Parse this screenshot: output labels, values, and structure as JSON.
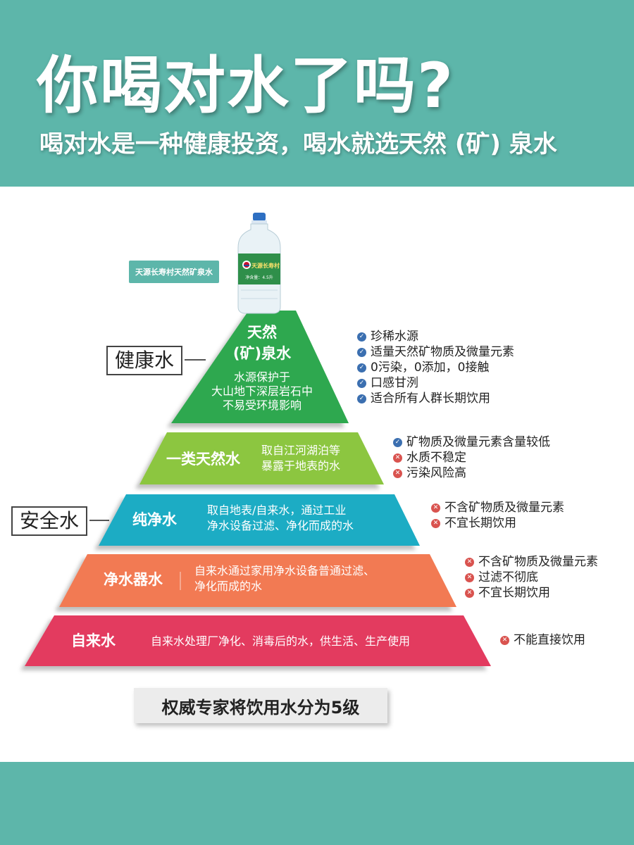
{
  "header": {
    "title": "你喝对水了吗?",
    "subtitle": "喝对水是一种健康投资，喝水就选天然 (矿) 泉水"
  },
  "bottle": {
    "tag": "天源长寿村天然矿泉水",
    "brand_text": "天源长寿村",
    "volume_text": "净含量：4.5升"
  },
  "categories": {
    "healthy": "健康水",
    "safe": "安全水"
  },
  "layers": [
    {
      "title_line1": "天然",
      "title_line2": "(矿)泉水",
      "desc": [
        "水源保护于",
        "大山地下深层岩石中",
        "不易受环境影响"
      ],
      "color": "#2fa84f",
      "features": [
        {
          "icon": "check-icon",
          "text": "珍稀水源"
        },
        {
          "icon": "check-icon",
          "text": "适量天然矿物质及微量元素"
        },
        {
          "icon": "check-icon",
          "text": "0污染，0添加，0接触"
        },
        {
          "icon": "check-icon",
          "text": "口感甘洌"
        },
        {
          "icon": "check-icon",
          "text": "适合所有人群长期饮用"
        }
      ]
    },
    {
      "title": "一类天然水",
      "desc": [
        "取自江河湖泊等",
        "暴露于地表的水"
      ],
      "color": "#8cc63f",
      "features": [
        {
          "icon": "check-icon",
          "text": "矿物质及微量元素含量较低"
        },
        {
          "icon": "cross-icon",
          "text": "水质不稳定"
        },
        {
          "icon": "cross-icon",
          "text": "污染风险高"
        }
      ]
    },
    {
      "title": "纯净水",
      "desc": [
        "取自地表/自来水，通过工业",
        "净水设备过滤、净化而成的水"
      ],
      "color": "#1aacc4",
      "features": [
        {
          "icon": "cross-icon",
          "text": "不含矿物质及微量元素"
        },
        {
          "icon": "cross-icon",
          "text": "不宜长期饮用"
        }
      ]
    },
    {
      "title": "净水器水",
      "desc": [
        "自来水通过家用净水设备普通过滤、",
        "净化而成的水"
      ],
      "color": "#f27a52",
      "features": [
        {
          "icon": "cross-icon",
          "text": "不含矿物质及微量元素"
        },
        {
          "icon": "cross-icon",
          "text": "过滤不彻底"
        },
        {
          "icon": "cross-icon",
          "text": "不宜长期饮用"
        }
      ]
    },
    {
      "title": "自来水",
      "desc": [
        "自来水处理厂净化、消毒后的水，供生活、生产使用"
      ],
      "color": "#e33a5f",
      "features": [
        {
          "icon": "cross-icon",
          "text": "不能直接饮用"
        }
      ]
    }
  ],
  "caption": "权威专家将饮用水分为5级"
}
